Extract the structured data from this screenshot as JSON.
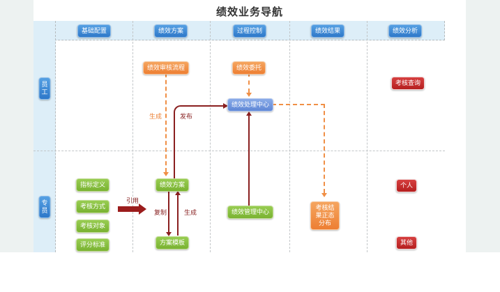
{
  "title": "绩效业务导航",
  "columns": [
    {
      "label": "基础配置"
    },
    {
      "label": "绩效方案"
    },
    {
      "label": "过程控制"
    },
    {
      "label": "绩效结果"
    },
    {
      "label": "绩效分析"
    }
  ],
  "rows": [
    {
      "label": "员工"
    },
    {
      "label": "专员"
    }
  ],
  "nodes": {
    "review_process": {
      "label": "绩效审核流程",
      "color": "orange"
    },
    "delegation": {
      "label": "绩效委托",
      "color": "orange"
    },
    "processing_center": {
      "label": "绩效处理中心",
      "color": "light-blue"
    },
    "assessment_query": {
      "label": "考核查询",
      "color": "red"
    },
    "indicator_definition": {
      "label": "指标定义",
      "color": "green"
    },
    "assessment_method": {
      "label": "考核方式",
      "color": "green"
    },
    "assessment_target": {
      "label": "考核对象",
      "color": "green"
    },
    "scoring_standard": {
      "label": "评分标准",
      "color": "green"
    },
    "performance_plan": {
      "label": "绩效方案",
      "color": "green"
    },
    "plan_template": {
      "label": "方案模板",
      "color": "green"
    },
    "management_center": {
      "label": "绩效管理中心",
      "color": "green"
    },
    "normal_distribution": {
      "label": "考核结果正态分布",
      "color": "orange"
    },
    "personal": {
      "label": "个人",
      "color": "red"
    },
    "other": {
      "label": "其他",
      "color": "red"
    }
  },
  "edges": {
    "generate_from_review": {
      "label": "生成",
      "style": "orange-dashed"
    },
    "publish": {
      "label": "发布",
      "style": "maroon-solid"
    },
    "reference": {
      "label": "引用",
      "style": "maroon-thick"
    },
    "copy": {
      "label": "复制",
      "style": "maroon-solid"
    },
    "generate_from_template": {
      "label": "生成",
      "style": "maroon-solid"
    }
  },
  "colors": {
    "stage_background": "#edf2f1",
    "card_background": "#ffffff",
    "lane_fill": "#ddeef8",
    "nav_blue": "#3d87d6",
    "process_center_blue": "#6f93dc",
    "orange": "#ed7f33",
    "green": "#84bf3e",
    "red": "#c22727",
    "maroon_arrow": "#8a1f1f",
    "orange_dash": "#f08f45"
  }
}
